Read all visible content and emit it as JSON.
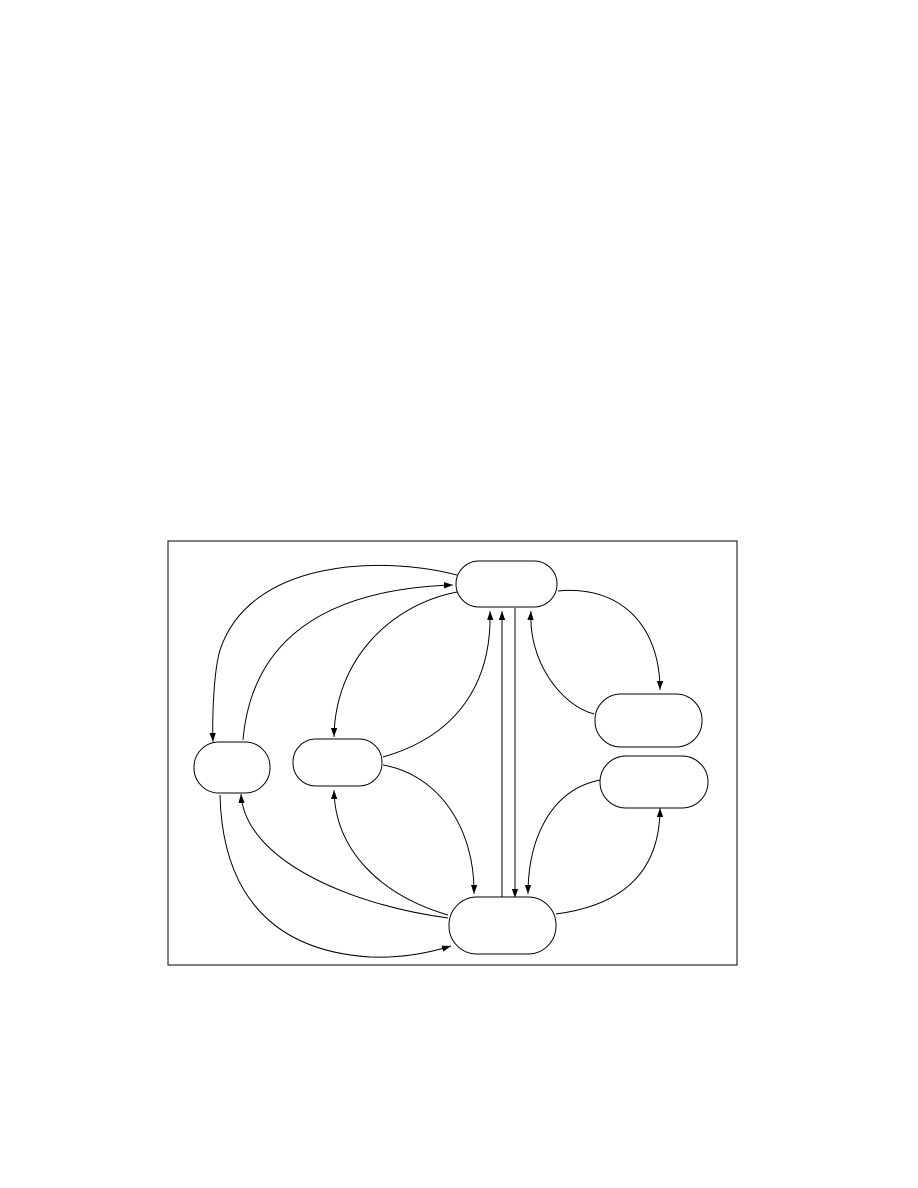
{
  "diagram": {
    "type": "state-transition",
    "nodes": [
      {
        "id": "node-top",
        "label": ""
      },
      {
        "id": "node-left",
        "label": ""
      },
      {
        "id": "node-center",
        "label": ""
      },
      {
        "id": "node-right-upper",
        "label": ""
      },
      {
        "id": "node-right-lower",
        "label": ""
      },
      {
        "id": "node-bottom",
        "label": ""
      }
    ],
    "edges": [
      {
        "from": "node-top",
        "to": "node-left"
      },
      {
        "from": "node-left",
        "to": "node-top"
      },
      {
        "from": "node-top",
        "to": "node-center"
      },
      {
        "from": "node-center",
        "to": "node-top"
      },
      {
        "from": "node-center",
        "to": "node-bottom"
      },
      {
        "from": "node-bottom",
        "to": "node-center"
      },
      {
        "from": "node-bottom",
        "to": "node-left"
      },
      {
        "from": "node-left",
        "to": "node-bottom"
      },
      {
        "from": "node-bottom",
        "to": "node-top"
      },
      {
        "from": "node-top",
        "to": "node-bottom"
      },
      {
        "from": "node-top",
        "to": "node-right-upper"
      },
      {
        "from": "node-right-upper",
        "to": "node-top"
      },
      {
        "from": "node-right-lower",
        "to": "node-bottom"
      },
      {
        "from": "node-bottom",
        "to": "node-right-lower"
      }
    ],
    "colors": {
      "stroke": "#000000",
      "background": "#ffffff"
    }
  }
}
